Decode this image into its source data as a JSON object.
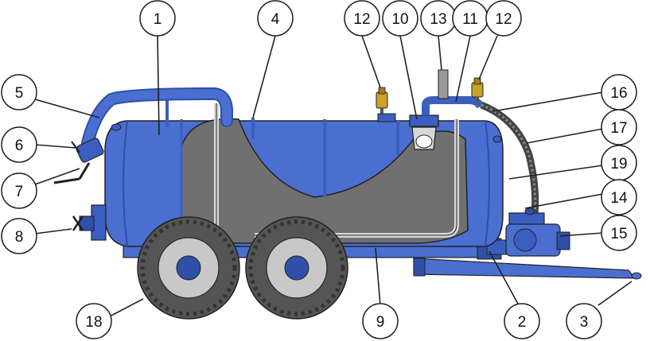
{
  "diagram": {
    "colors": {
      "tank_blue": "#4a6fd0",
      "tank_blue_dark": "#2f4fa8",
      "cutaway_gray": "#707070",
      "tire_dark": "#555555",
      "hub_light": "#c8c8c8",
      "outline": "#222222",
      "brass": "#c9a227"
    },
    "callouts": [
      {
        "id": "c1",
        "label": "1"
      },
      {
        "id": "c4",
        "label": "4"
      },
      {
        "id": "c12a",
        "label": "12"
      },
      {
        "id": "c10",
        "label": "10"
      },
      {
        "id": "c13",
        "label": "13"
      },
      {
        "id": "c11",
        "label": "11"
      },
      {
        "id": "c12b",
        "label": "12"
      },
      {
        "id": "c5",
        "label": "5"
      },
      {
        "id": "c16",
        "label": "16"
      },
      {
        "id": "c6",
        "label": "6"
      },
      {
        "id": "c17",
        "label": "17"
      },
      {
        "id": "c7",
        "label": "7"
      },
      {
        "id": "c19",
        "label": "19"
      },
      {
        "id": "c14",
        "label": "14"
      },
      {
        "id": "c8",
        "label": "8"
      },
      {
        "id": "c15",
        "label": "15"
      },
      {
        "id": "c18",
        "label": "18"
      },
      {
        "id": "c9",
        "label": "9"
      },
      {
        "id": "c2",
        "label": "2"
      },
      {
        "id": "c3",
        "label": "3"
      }
    ]
  }
}
